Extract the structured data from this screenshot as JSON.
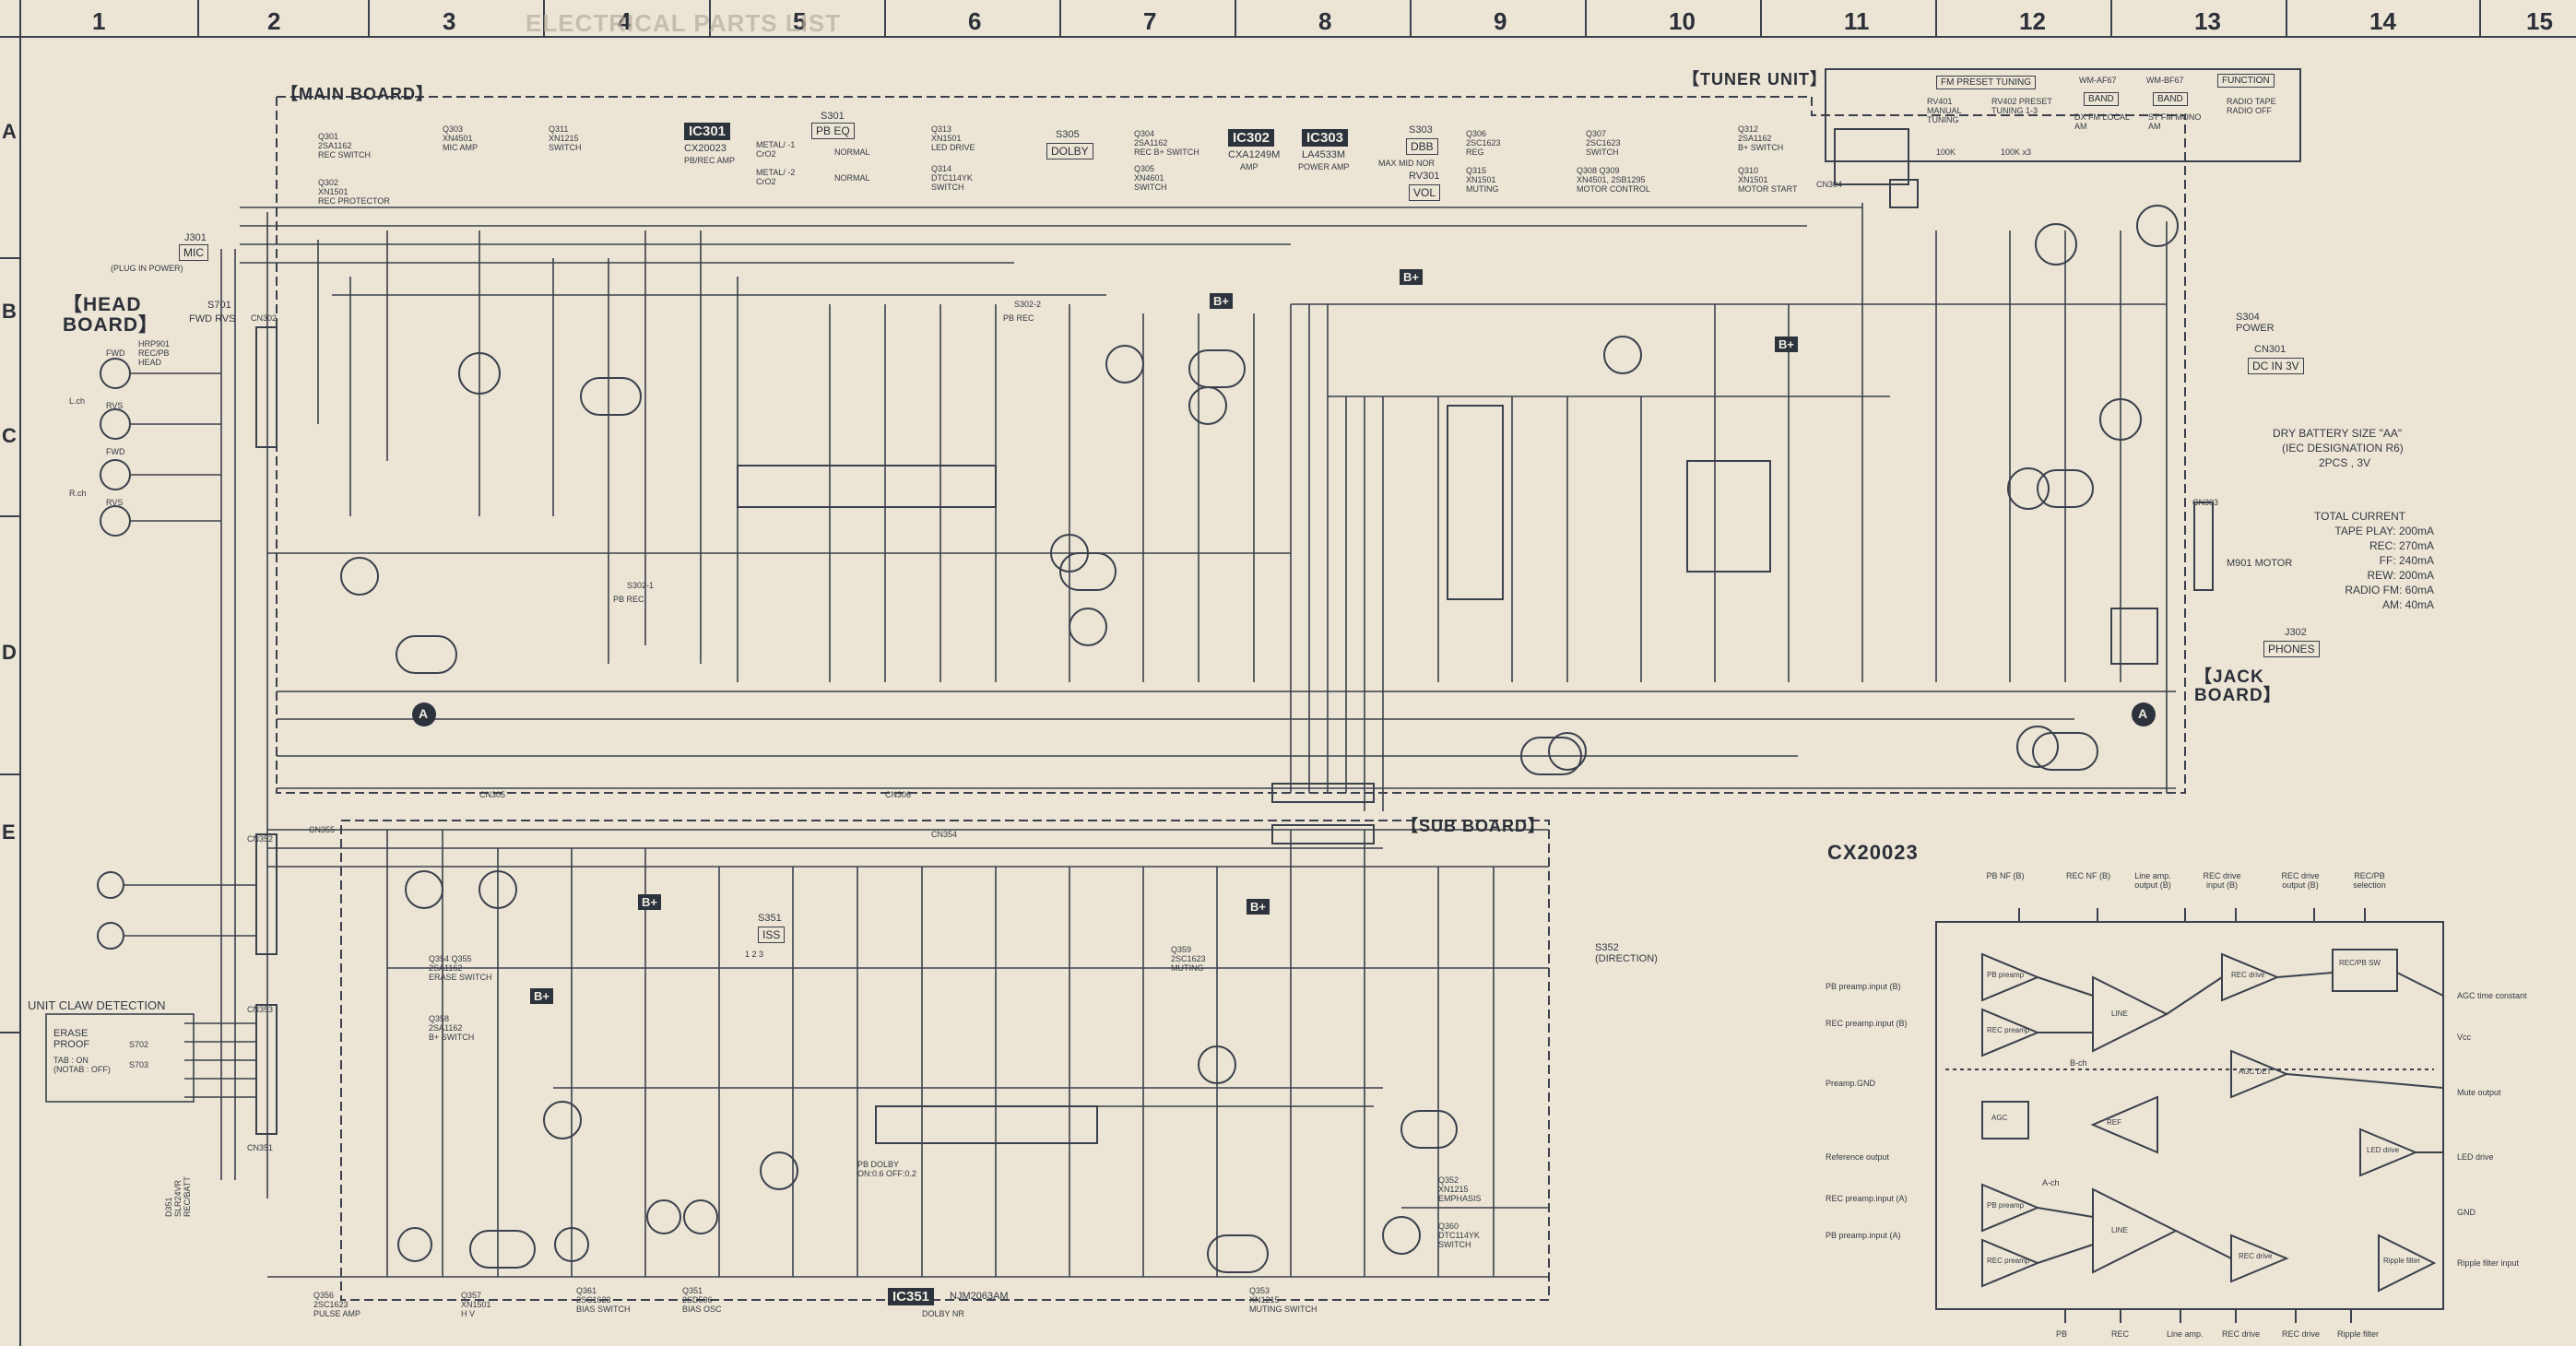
{
  "grid": {
    "columns": [
      "1",
      "2",
      "3",
      "4",
      "5",
      "6",
      "7",
      "8",
      "9",
      "10",
      "11",
      "12",
      "13",
      "14",
      "15"
    ],
    "rows": [
      "A",
      "B",
      "C",
      "D",
      "E"
    ]
  },
  "header": {
    "ghost_title": "ELECTRICAL PARTS LIST"
  },
  "boards": {
    "main": "MAIN BOARD",
    "tuner": "TUNER UNIT",
    "sub": "SUB BOARD",
    "head": "HEAD BOARD",
    "jack": "JACK BOARD"
  },
  "ics": {
    "ic301": {
      "id": "IC301",
      "part": "CX20023",
      "desc": "PB/REC AMP"
    },
    "ic302": {
      "id": "IC302",
      "part": "CXA1249M",
      "desc": "AMP"
    },
    "ic303": {
      "id": "IC303",
      "part": "LA4533M",
      "desc": "POWER AMP"
    },
    "ic351": {
      "id": "IC351",
      "part": "NJM2063AM",
      "desc": "DOLBY NR"
    }
  },
  "parts_top": [
    {
      "ref": "Q301",
      "part": "2SA1162",
      "desc": "REC SWITCH"
    },
    {
      "ref": "Q302",
      "part": "XN1501",
      "desc": "REC PROTECTOR"
    },
    {
      "ref": "Q303",
      "part": "XN4501",
      "desc": "MIC AMP"
    },
    {
      "ref": "Q311",
      "part": "XN1215",
      "desc": "SWITCH"
    },
    {
      "ref": "Q313",
      "part": "XN1501",
      "desc": "LED DRIVE"
    },
    {
      "ref": "Q314",
      "part": "DTC114YK",
      "desc": "SWITCH"
    },
    {
      "ref": "Q304",
      "part": "2SA1162",
      "desc": "REC B+ SWITCH"
    },
    {
      "ref": "Q305",
      "part": "XN4601",
      "desc": "SWITCH"
    },
    {
      "ref": "Q306",
      "part": "2SC1623",
      "desc": "REG"
    },
    {
      "ref": "Q315",
      "part": "XN1501",
      "desc": "MUTING"
    },
    {
      "ref": "Q307",
      "part": "2SC1623",
      "desc": "SWITCH"
    },
    {
      "ref": "Q308 Q309",
      "part": "XN4501, 2SB1295",
      "desc": "MOTOR CONTROL"
    },
    {
      "ref": "Q312",
      "part": "2SA1162",
      "desc": "B+ SWITCH"
    },
    {
      "ref": "Q310",
      "part": "XN1501",
      "desc": "MOTOR START"
    }
  ],
  "switches": {
    "s301": {
      "ref": "S301",
      "name": "PB EQ",
      "l1": "METAL/ -1 CrO2",
      "l1b": "NORMAL",
      "l2": "METAL/ -2 CrO2",
      "l2b": "NORMAL"
    },
    "s305": {
      "ref": "S305",
      "name": "DOLBY"
    },
    "s303": {
      "ref": "S303",
      "name": "DBB",
      "desc": "MAX MID NOR"
    },
    "rv301": {
      "ref": "RV301",
      "name": "VOL"
    },
    "s351": {
      "ref": "S351",
      "name": "ISS",
      "desc": "1 2 3"
    },
    "s302": {
      "ref": "S302-1",
      "desc": "PB REC"
    },
    "s302b": {
      "ref": "S302-2",
      "desc": "PB REC"
    },
    "s701": {
      "ref": "S701",
      "desc": "FWD RVS"
    }
  },
  "tuner_box": {
    "fm_preset": "FM PRESET TUNING",
    "wm_af67": "WM-AF67",
    "wm_bf67": "WM-BF67",
    "function": "FUNCTION",
    "rv401": "RV401 MANUAL TUNING",
    "rv402": "RV402 PRESET TUNING 1-3",
    "band": "BAND",
    "band_dx": "DX FM LOCAL AM",
    "band_st": "ST FM MONO AM",
    "func_desc": "RADIO TAPE RADIO OFF",
    "ohm1": "100K",
    "ohm2": "100K x3"
  },
  "connectors": {
    "j301": {
      "ref": "J301",
      "name": "MIC",
      "desc": "(PLUG IN POWER)"
    },
    "j302": {
      "ref": "J302",
      "name": "PHONES"
    },
    "cn301": {
      "ref": "CN301",
      "name": "DC IN 3V"
    },
    "s304": {
      "ref": "S304",
      "name": "POWER"
    },
    "head_desc": "HRP901 REC/PB HEAD",
    "head_labels": [
      "FWD",
      "L.ch",
      "RVS",
      "FWD",
      "R.ch",
      "RVS"
    ],
    "cn": [
      "CN302",
      "CN303",
      "CN304",
      "CN305",
      "CN306",
      "CN352",
      "CN353",
      "CN354",
      "CN355",
      "CN351"
    ]
  },
  "battery": {
    "line1": "DRY BATTERY SIZE \"AA\"",
    "line2": "(IEC DESIGNATION R6)",
    "line3": "2PCS , 3V"
  },
  "current": {
    "title": "TOTAL CURRENT",
    "rows": [
      {
        "mode": "TAPE PLAY:",
        "value": "200mA"
      },
      {
        "mode": "REC:",
        "value": "270mA"
      },
      {
        "mode": "FF:",
        "value": "240mA"
      },
      {
        "mode": "REW:",
        "value": "200mA"
      },
      {
        "mode": "RADIO  FM:",
        "value": "60mA"
      },
      {
        "mode": "AM:",
        "value": "40mA"
      }
    ]
  },
  "motor": "M901 MOTOR",
  "sub_parts": [
    {
      "ref": "Q354 Q355",
      "part": "2SA1162",
      "desc": "ERASE SWITCH"
    },
    {
      "ref": "Q358",
      "part": "2SA1162",
      "desc": "B+ SWITCH"
    },
    {
      "ref": "Q356",
      "part": "2SC1623",
      "desc": "PULSE AMP"
    },
    {
      "ref": "Q357",
      "part": "XN1501",
      "desc": "H V"
    },
    {
      "ref": "Q361",
      "part": "2SC1623",
      "desc": "BIAS SWITCH"
    },
    {
      "ref": "Q351",
      "part": "2SD596",
      "desc": "BIAS OSC"
    },
    {
      "ref": "Q359",
      "part": "2SC1623",
      "desc": "MUTING"
    },
    {
      "ref": "Q353",
      "part": "XN1215",
      "desc": "MUTING SWITCH"
    },
    {
      "ref": "Q352",
      "part": "XN1215",
      "desc": "EMPHASIS"
    },
    {
      "ref": "Q360",
      "part": "DTC114YK",
      "desc": "SWITCH"
    }
  ],
  "unit_claw": {
    "title": "UNIT CLAW DETECTION",
    "erase_proof": "ERASE PROOF",
    "tab": "TAB : ON (NOTAB : OFF)",
    "s702": "S702",
    "s703": "S703"
  },
  "s352": "S352 (DIRECTION)",
  "dolby_sw": "PB DOLBY ON:0.6 OFF:0.2",
  "d351": "D351 SLR24VR REC/BATT",
  "b_plus": "B+",
  "marker_a": "A",
  "cx20023": {
    "title": "CX20023",
    "top_pins": [
      "PB NF (B)",
      "REC NF (B)",
      "Line amp. output (B)",
      "REC drive input (B)",
      "REC drive output (B)",
      "REC/PB selection"
    ],
    "left_pins": [
      "PB preamp.input (B)",
      "REC preamp.input (B)",
      "Preamp.GND",
      "Reference output",
      "REC preamp.input (A)",
      "PB preamp.input (A)"
    ],
    "right_pins": [
      "AGC time constant",
      "Vcc",
      "Mute output",
      "LED drive",
      "GND",
      "Ripple filter input"
    ],
    "bottom_pins": [
      "PB",
      "REC",
      "Line amp.",
      "REC drive",
      "REC drive",
      "Ripple filter"
    ],
    "blocks": [
      "PB preamp",
      "REC preamp",
      "LINE",
      "REC drive",
      "AGC DET",
      "REC/PB SW",
      "AGC",
      "REF",
      "LED drive",
      "PB preamp",
      "REC preamp",
      "LINE",
      "REC drive",
      "Ripple filter"
    ],
    "channels": [
      "B-ch",
      "A-ch"
    ]
  }
}
